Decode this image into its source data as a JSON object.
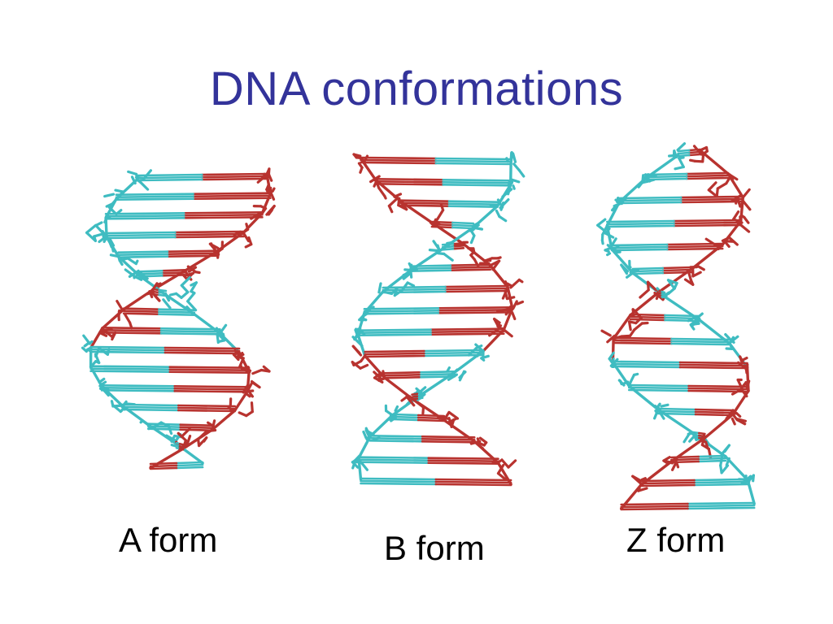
{
  "slide": {
    "title": "DNA conformations",
    "captions": {
      "a_form": "A form",
      "b_form": "B form",
      "z_form": "Z form"
    }
  },
  "colors": {
    "title": "#33339a",
    "strand_red": "#b8332f",
    "strand_cyan": "#3fbcc1",
    "background": "#ffffff"
  }
}
